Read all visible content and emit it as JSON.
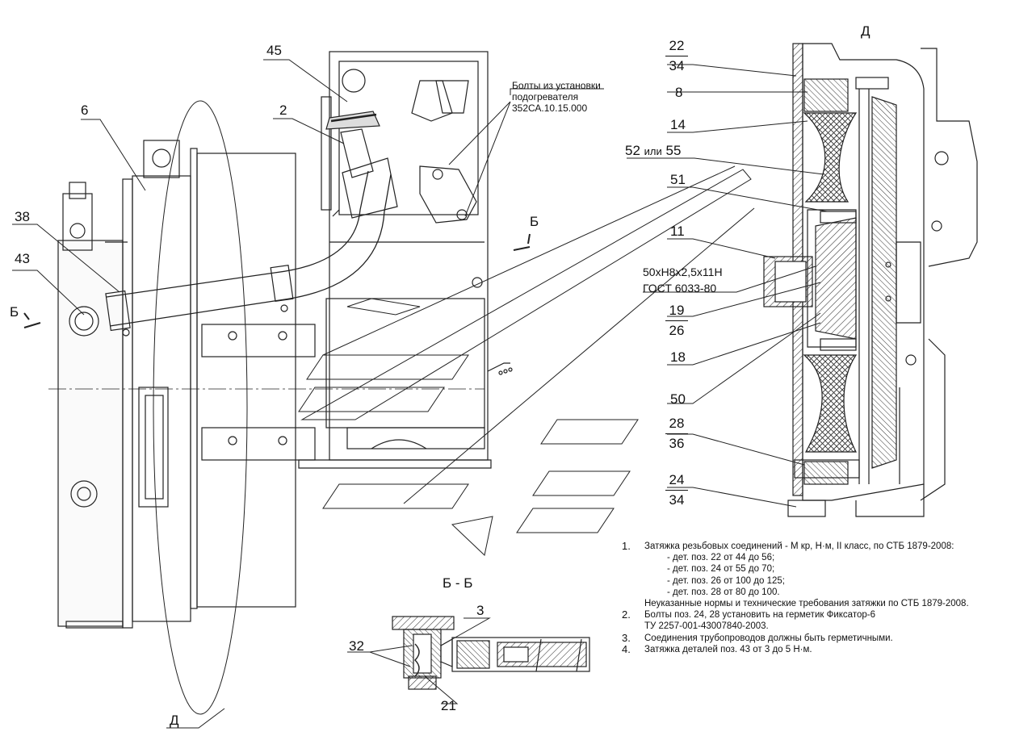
{
  "view_labels": {
    "view_d_top": "Д",
    "view_d_bottom": "Д",
    "section_b_left": "Б",
    "section_b_right": "Б",
    "section_title": "Б - Б"
  },
  "callouts": {
    "c45": "45",
    "c2": "2",
    "c6": "6",
    "c38": "38",
    "c43": "43",
    "c8": "8",
    "c14": "14",
    "c52": "52",
    "c52_or": "или",
    "c55": "55",
    "c51": "51",
    "c11": "11",
    "c18": "18",
    "c50": "50",
    "c3": "3",
    "c32": "32",
    "c21": "21"
  },
  "fractions": {
    "f22_34": {
      "top": "22",
      "bottom": "34"
    },
    "f19_26": {
      "top": "19",
      "bottom": "26"
    },
    "f28_36": {
      "top": "28",
      "bottom": "36"
    },
    "f24_34": {
      "top": "24",
      "bottom": "34"
    }
  },
  "bolts_note": {
    "line1": "Болты из установки",
    "line2": "подогревателя",
    "line3": "352СА.10.15.000"
  },
  "spline_spec": {
    "line1": "50xH8x2,5x11H",
    "line2": "ГОСТ 6033-80"
  },
  "notes": [
    {
      "num": "1.",
      "text": "Затяжка резьбовых соединений - М кр, Н·м, II класс, по СТБ 1879-2008:"
    },
    {
      "num": "",
      "text": "- дет. поз. 22 от 44 до 56;",
      "indent": true
    },
    {
      "num": "",
      "text": "- дет. поз. 24 от 55  до 70;",
      "indent": true
    },
    {
      "num": "",
      "text": "- дет. поз. 26 от 100 до 125;",
      "indent": true
    },
    {
      "num": "",
      "text": "- дет. поз. 28 от 80 до 100.",
      "indent": true
    },
    {
      "num": "",
      "text": "Неуказанные нормы и технические требования затяжки  по СТБ 1879-2008."
    },
    {
      "num": "2.",
      "text": "Болты поз. 24, 28 установить на герметик Фиксатор-6"
    },
    {
      "num": "",
      "text": "ТУ 2257-001-43007840-2003."
    },
    {
      "num": "3.",
      "text": "Соединения трубопроводов должны быть герметичными."
    },
    {
      "num": "4.",
      "text": "Затяжка деталей поз. 43 от 3 до 5 Н·м."
    }
  ]
}
